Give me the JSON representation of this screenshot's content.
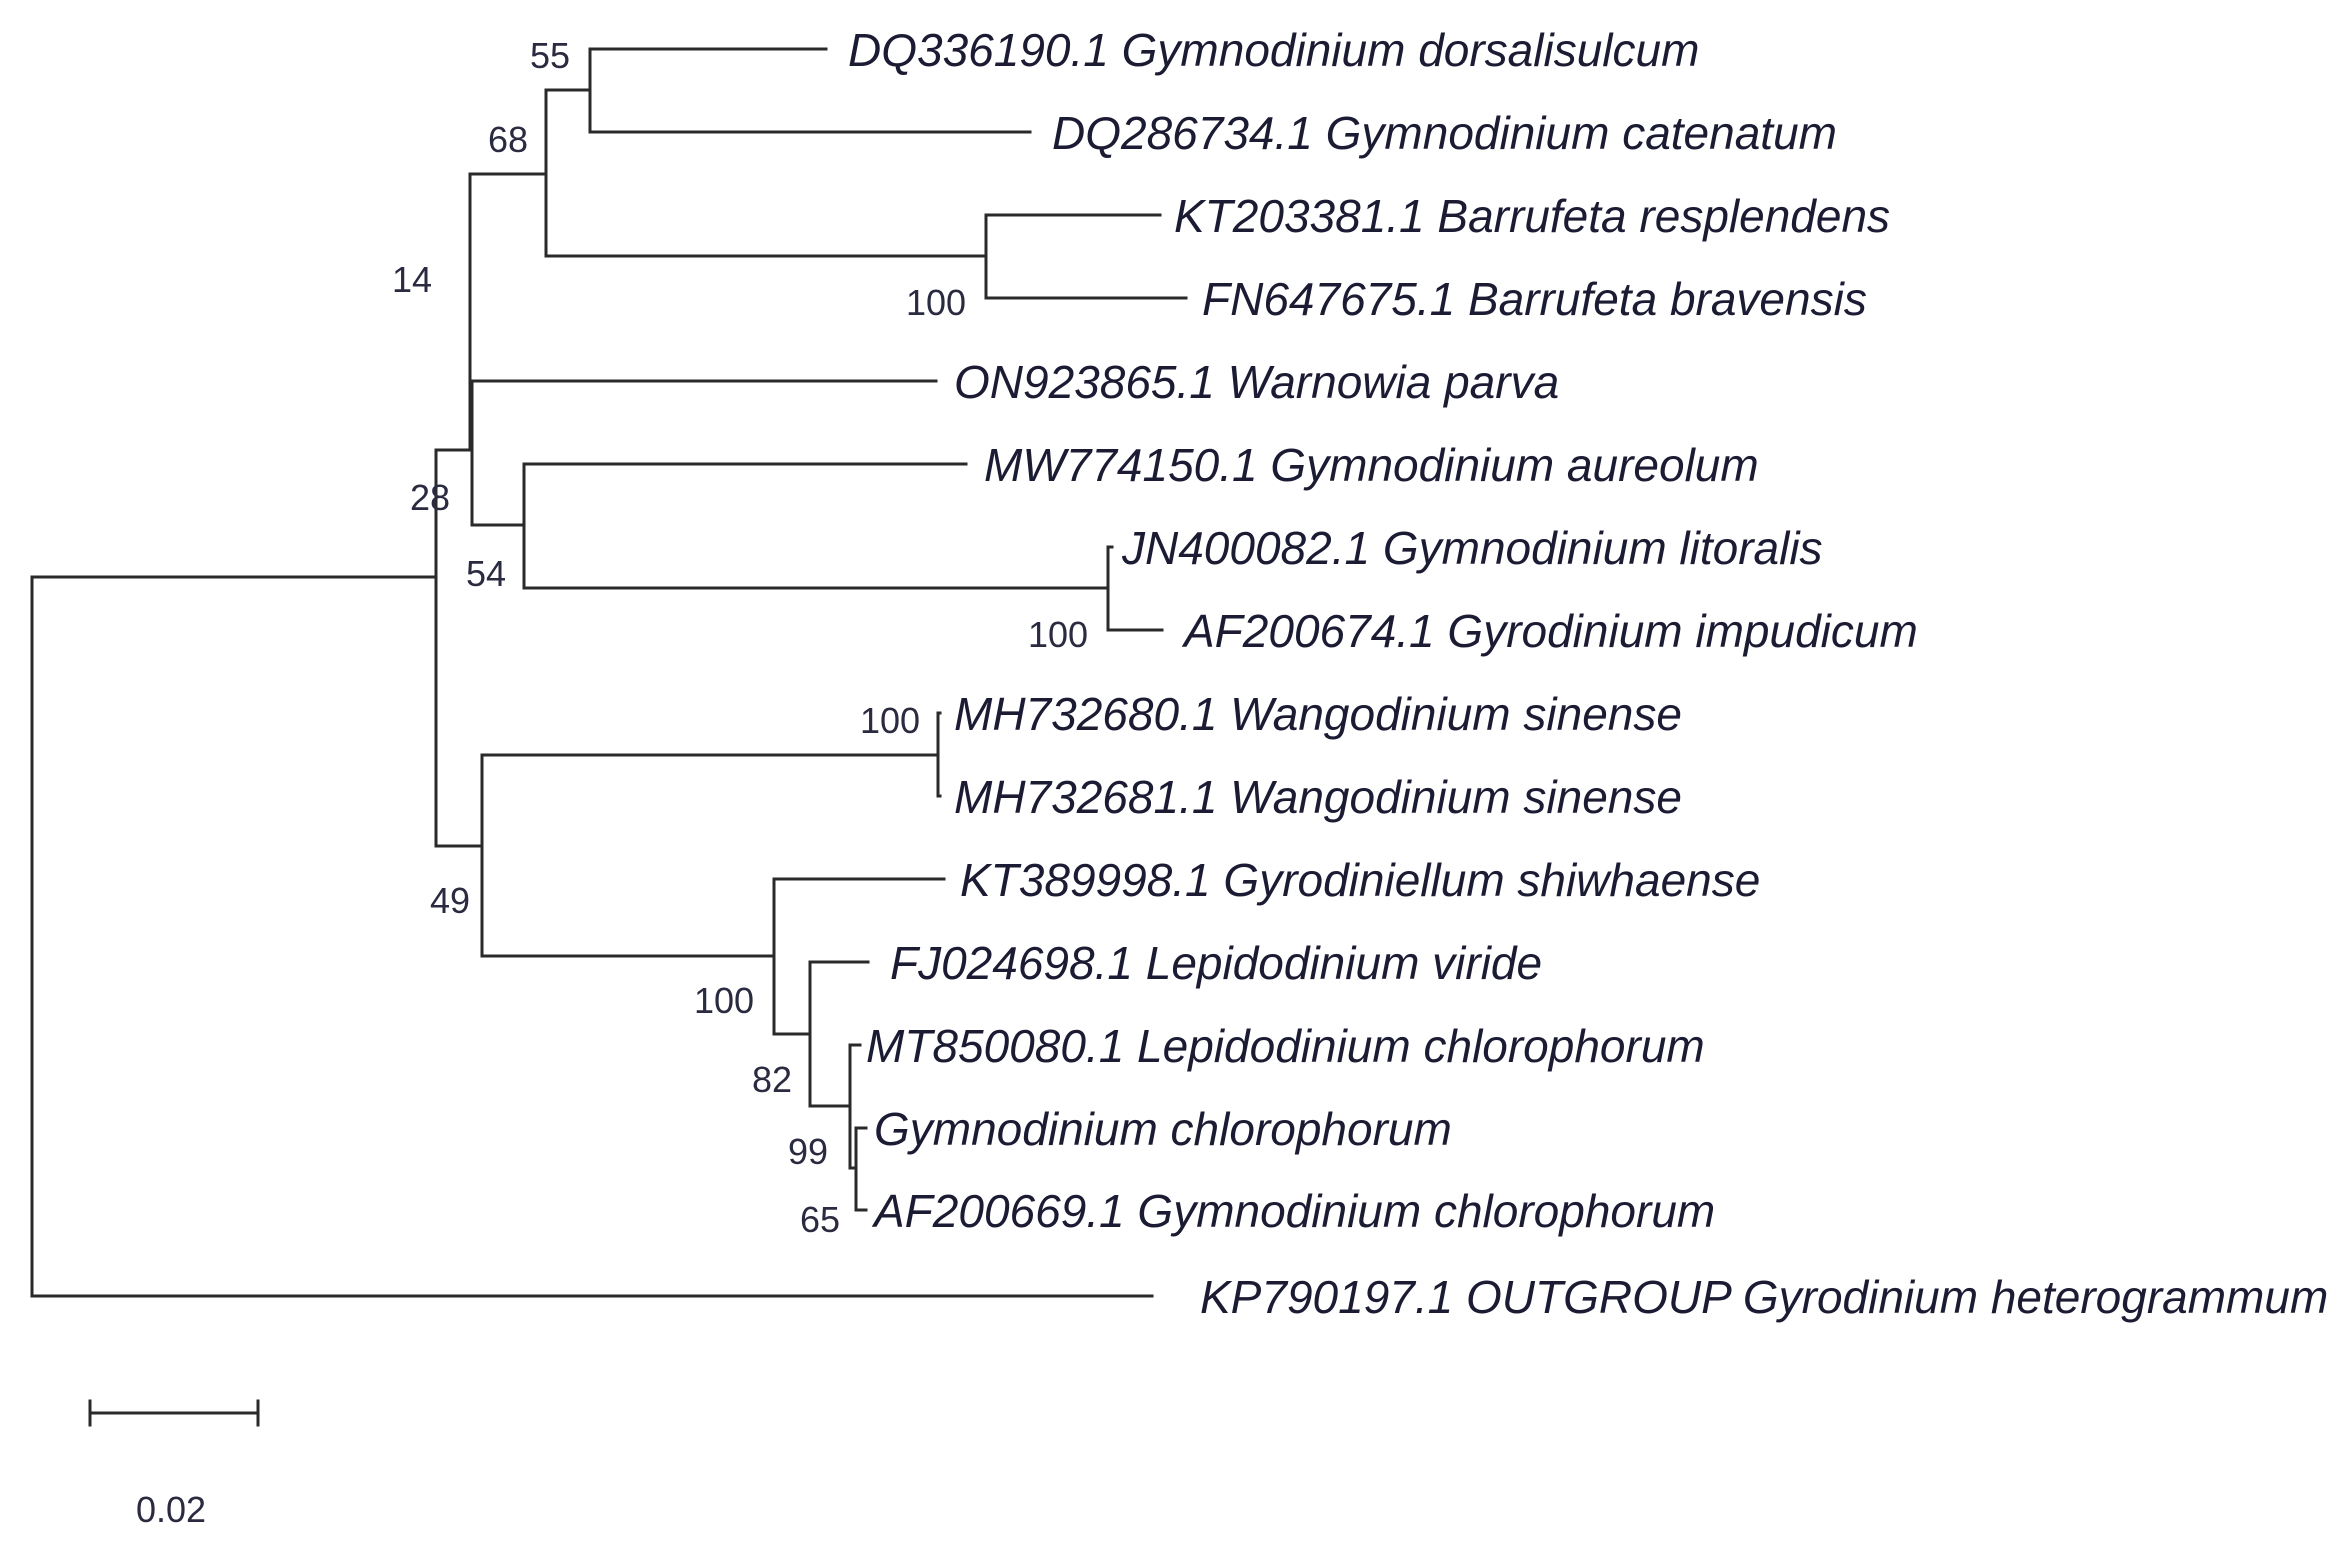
{
  "tree": {
    "taxa": [
      "DQ336190.1 Gymnodinium dorsalisulcum",
      "DQ286734.1 Gymnodinium catenatum",
      "KT203381.1 Barrufeta resplendens",
      "FN647675.1 Barrufeta bravensis",
      "ON923865.1 Warnowia parva",
      "MW774150.1 Gymnodinium aureolum",
      "JN400082.1 Gymnodinium litoralis",
      "AF200674.1 Gyrodinium impudicum",
      "MH732680.1 Wangodinium sinense",
      "MH732681.1 Wangodinium sinense",
      "KT389998.1 Gyrodiniellum shiwhaense",
      "FJ024698.1 Lepidodinium viride",
      "MT850080.1 Lepidodinium chlorophorum",
      "Gymnodinium chlorophorum",
      "AF200669.1 Gymnodinium chlorophorum",
      "KP790197.1 OUTGROUP Gyrodinium heterogrammum"
    ],
    "support": {
      "n55": "55",
      "n68": "68",
      "n100_barrufeta": "100",
      "n14": "14",
      "n28": "28",
      "n54": "54",
      "n100_litoralis": "100",
      "n100_wangodinium": "100",
      "n49": "49",
      "n100_lepido": "100",
      "n82": "82",
      "n99": "99",
      "n65": "65"
    }
  },
  "scale_bar": {
    "label": "0.02"
  }
}
